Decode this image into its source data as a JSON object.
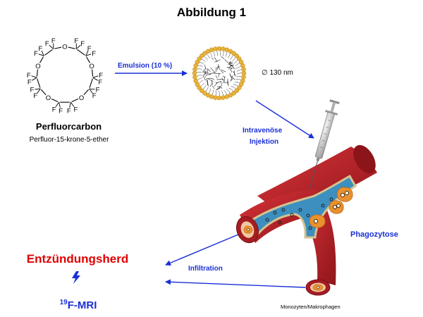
{
  "title": "Abbildung 1",
  "molecule": {
    "name": "Perfluorcarbon",
    "subname": "Perfluor-15-krone-5-ether",
    "atom_f": "F",
    "atom_o": "O"
  },
  "emulsion_label": "Emulsion (10 %)",
  "particle_size": "∅ 130 nm",
  "injection_line1": "Intravenöse",
  "injection_line2": "Injektion",
  "phagocytosis_label": "Phagozytose",
  "infiltration_label": "Infiltration",
  "inflammation_label": "Entzündungsherd",
  "mri_isotope": "19",
  "mri_label": "F-MRI",
  "cells_label": "Monozyten/Makrophagen",
  "colors": {
    "arrow_blue": "#1a2fd6",
    "inflammation_red": "#e00000",
    "vessel_red": "#b81f26",
    "vessel_lumen": "#3c8fbf",
    "lipid_head": "#e8b33a",
    "macrophage": "#e9912e"
  }
}
